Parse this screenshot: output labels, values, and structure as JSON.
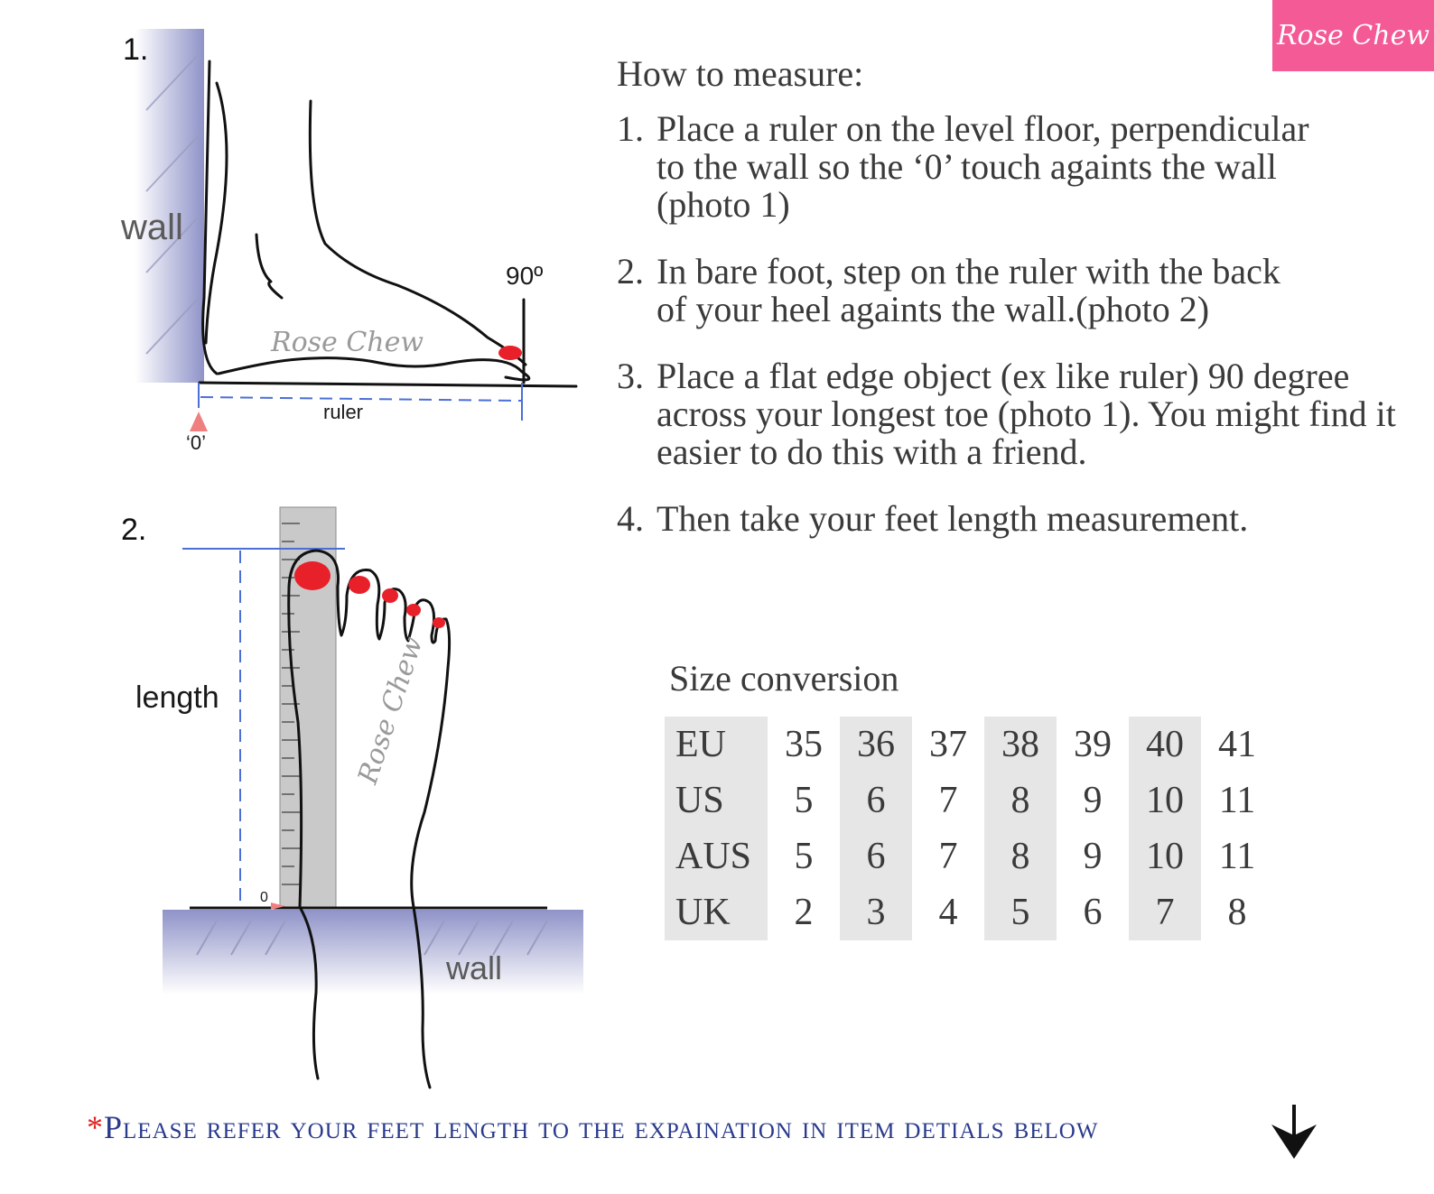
{
  "brand": {
    "name": "Rose Chew"
  },
  "figure1": {
    "number": "1.",
    "wall_label": "wall",
    "angle_label": "90º",
    "ruler_label": "ruler",
    "zero_label": "‘0’",
    "watermark": "Rose Chew"
  },
  "figure2": {
    "number": "2.",
    "length_label": "length",
    "zero_label": "0",
    "wall_label": "wall",
    "watermark": "Rose Chew"
  },
  "howto": {
    "title": "How to measure:",
    "steps": [
      {
        "num": "1.",
        "text": "Place a ruler on the level floor, perpendicular to the wall so the ‘0’ touch againts the wall (photo 1)"
      },
      {
        "num": "2.",
        "text": "In bare foot, step on the ruler with the back of your heel againts the wall.(photo 2)"
      },
      {
        "num": "3.",
        "text": "Place a flat edge object (ex like ruler) 90 degree across your longest toe (photo 1). You might find it easier to do this with a friend."
      },
      {
        "num": "4.",
        "text": "Then take your feet length measurement."
      }
    ]
  },
  "size_conversion": {
    "title": "Size conversion",
    "rows": [
      {
        "label": "EU",
        "values": [
          "35",
          "36",
          "37",
          "38",
          "39",
          "40",
          "41"
        ]
      },
      {
        "label": "US",
        "values": [
          "5",
          "6",
          "7",
          "8",
          "9",
          "10",
          "11"
        ]
      },
      {
        "label": "AUS",
        "values": [
          "5",
          "6",
          "7",
          "8",
          "9",
          "10",
          "11"
        ]
      },
      {
        "label": "UK",
        "values": [
          "2",
          "3",
          "4",
          "5",
          "6",
          "7",
          "8"
        ]
      }
    ]
  },
  "footer": {
    "star": "*",
    "note": "Please refer your feet length to the expaination in item detials below",
    "arrow_icon": "arrow-down-icon"
  },
  "colors": {
    "brand_pink": "#f35a96",
    "note_blue": "#2a3a8c",
    "guide_blue": "#4a6fd6",
    "nail_red": "#e8202a",
    "wall_lavender": "#8f93c8"
  }
}
